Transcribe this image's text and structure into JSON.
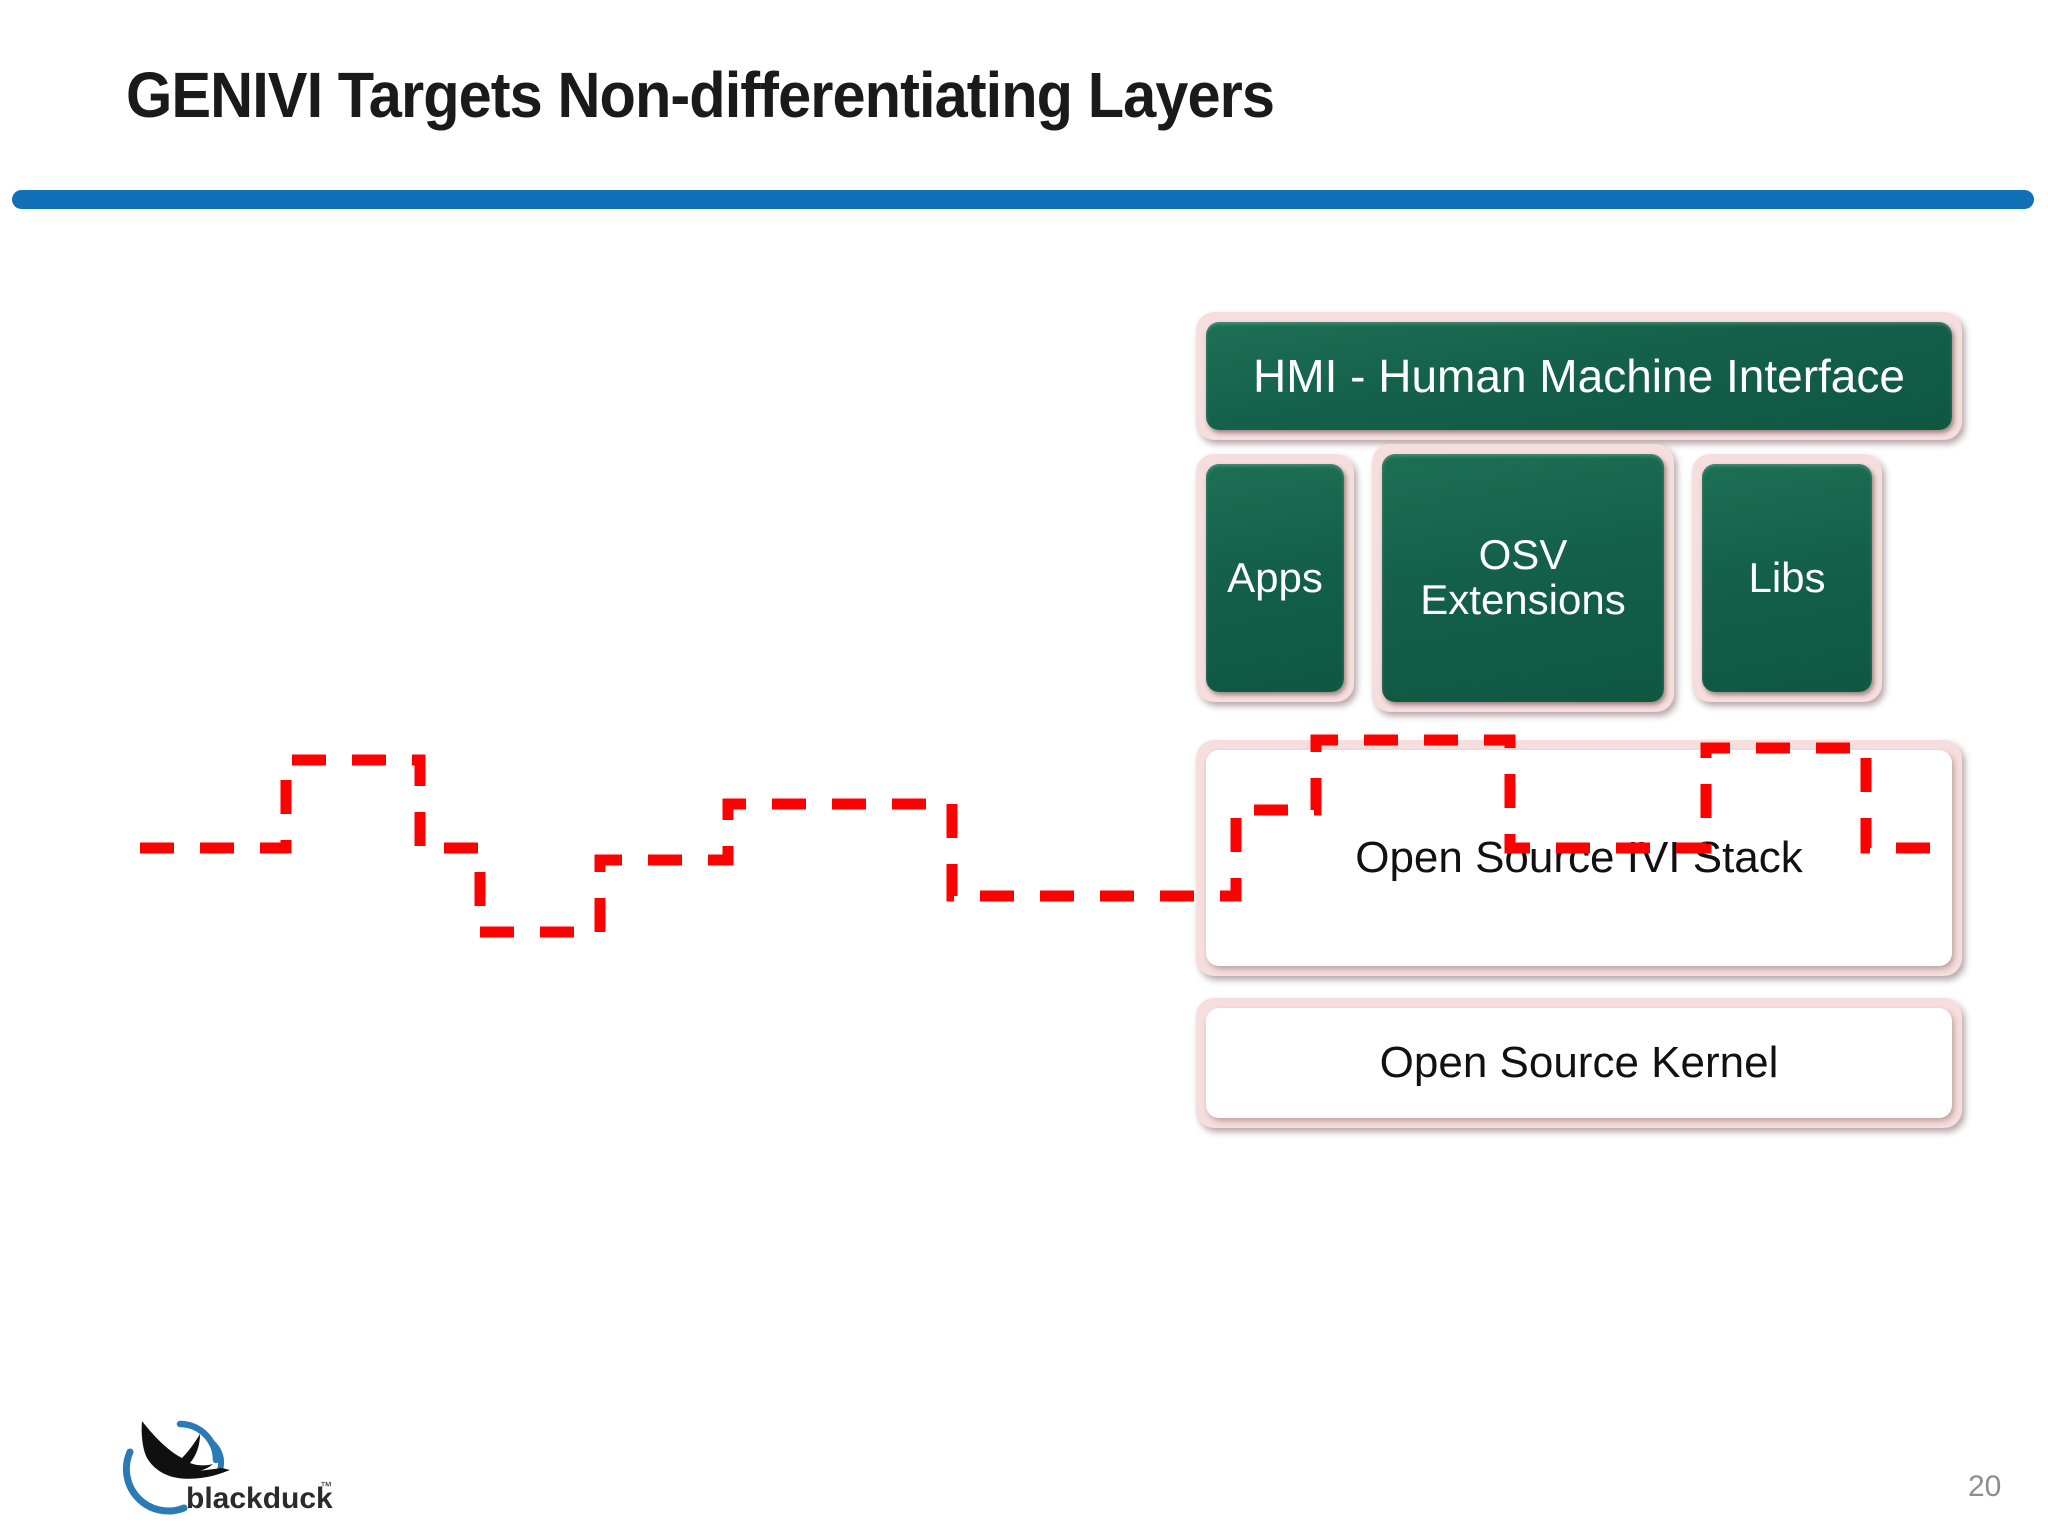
{
  "slide": {
    "title": "GENIVI Targets Non-differentiating Layers",
    "page_number": "20",
    "accent_color": "#1070b8",
    "background_color": "#ffffff"
  },
  "diagram": {
    "name": "ivi-software-stack",
    "box_green_color": "#14604a",
    "box_frame_color": "#f7dede",
    "boundary_line_color": "#ff0000",
    "layers": [
      {
        "id": "hmi",
        "label": "HMI - Human Machine Interface",
        "fill": "green"
      },
      {
        "id": "apps",
        "label": "Apps",
        "fill": "green"
      },
      {
        "id": "osv",
        "label": "OSV\nExtensions",
        "fill": "green"
      },
      {
        "id": "libs",
        "label": "Libs",
        "fill": "green"
      },
      {
        "id": "ivi-stack",
        "label": "Open Source IVI Stack",
        "fill": "white"
      },
      {
        "id": "kernel",
        "label": "Open Source Kernel",
        "fill": "white"
      }
    ]
  },
  "logo": {
    "wordmark": "blackduck",
    "trademark": "™",
    "bird_color": "#101010",
    "swoosh_color": "#2a7ab5"
  }
}
